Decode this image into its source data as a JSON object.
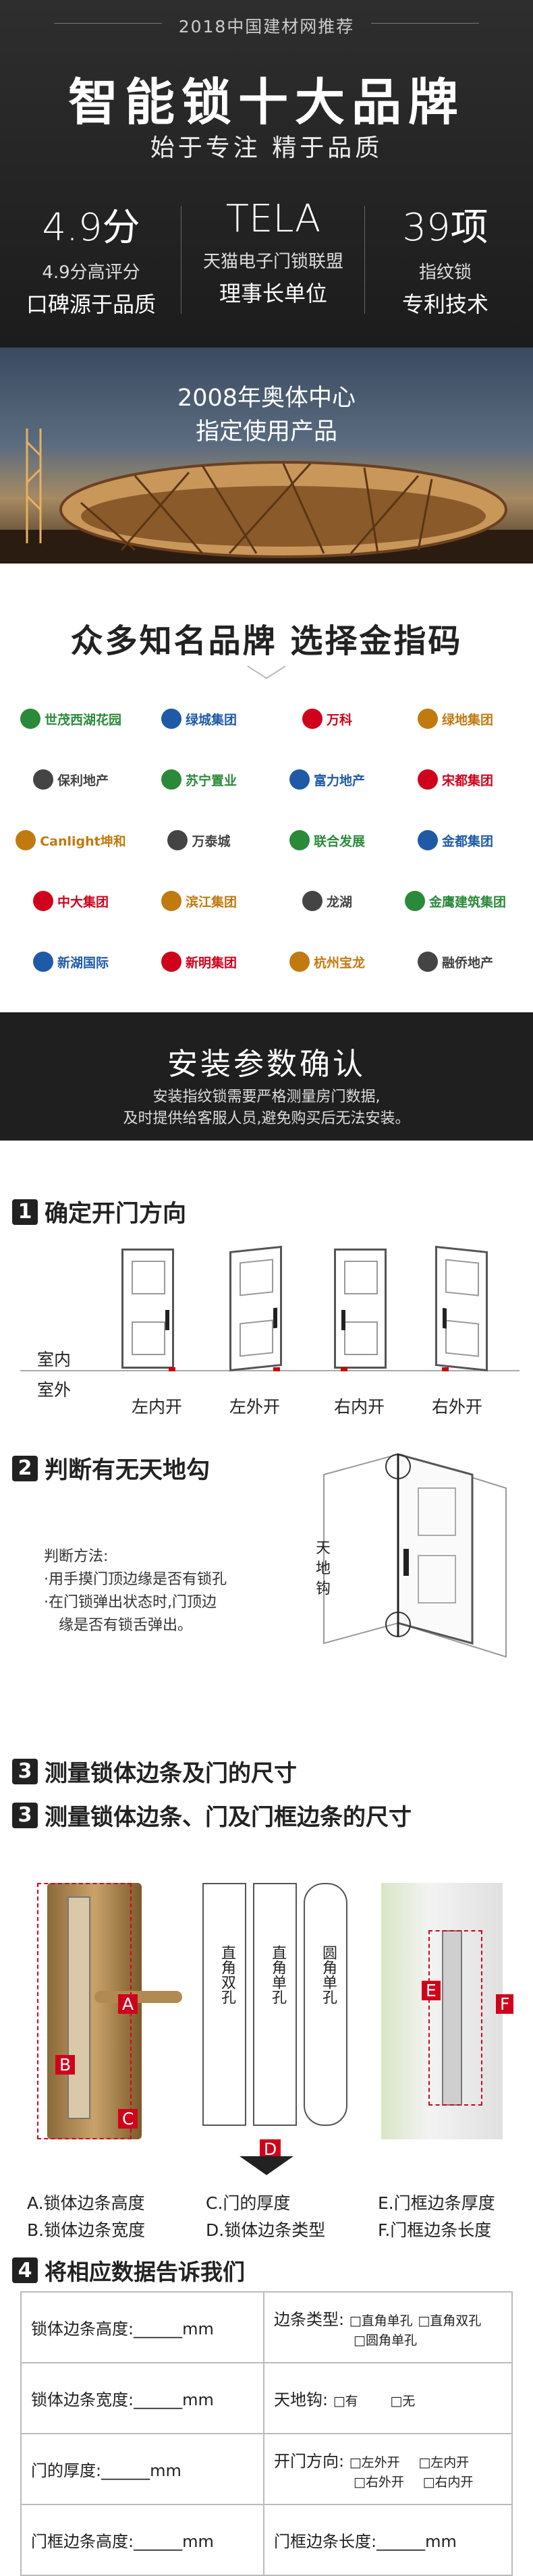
{
  "hero": {
    "kicker": "2018中国建材网推荐",
    "title": "智能锁十大品牌",
    "subtitle": "始于专注 精于品质",
    "stats": [
      {
        "big": "4.9分",
        "s1": "4.9分高评分",
        "s2": "口碑源于品质"
      },
      {
        "big": "TELA",
        "s1": "天猫电子门锁联盟",
        "s2": "理事长单位"
      },
      {
        "big": "39项",
        "s1": "指纹锁",
        "s2": "专利技术"
      }
    ]
  },
  "stadium": {
    "line1": "2008年奥体中心",
    "line2": "指定使用产品"
  },
  "brands": {
    "heading": "众多知名品牌 选择金指码",
    "logos": [
      "世茂西湖花园",
      "绿城集团",
      "万科",
      "绿地集团",
      "保利地产",
      "苏宁置业",
      "富力地产",
      "宋都集团",
      "Canlight坤和",
      "万泰城",
      "联合发展",
      "金都集团",
      "中大集团",
      "滨江集团",
      "龙湖",
      "金鹰建筑集团",
      "新湖国际",
      "新明集团",
      "杭州宝龙",
      "融侨地产"
    ]
  },
  "install": {
    "heading": "安装参数确认",
    "p1": "安装指纹锁需要严格测量房门数据,",
    "p2": "及时提供给客服人员,避免购买后无法安装。"
  },
  "step1": {
    "num": "1",
    "title": "确定开门方向",
    "inside": "室内",
    "outside": "室外",
    "doors": [
      "左内开",
      "左外开",
      "右内开",
      "右外开"
    ]
  },
  "step2": {
    "num": "2",
    "title": "判断有无天地勾",
    "method": "判断方法:",
    "l1": "·用手摸门顶边缘是否有锁孔",
    "l2": "·在门锁弹出状态时,门顶边",
    "l3": "缘是否有锁舌弹出。",
    "tag": [
      "天",
      "地",
      "钩"
    ]
  },
  "step3a": {
    "num": "3",
    "title": "测量锁体边条及门的尺寸"
  },
  "step3b": {
    "num": "3",
    "title": "测量锁体边条、门及门框边条的尺寸",
    "plates": [
      "直角双孔",
      "直角单孔",
      "圆角单孔"
    ],
    "letters": [
      "A",
      "B",
      "C",
      "D",
      "E",
      "F"
    ],
    "legend": [
      "A.锁体边条高度",
      "B.锁体边条宽度",
      "C.门的厚度",
      "D.锁体边条类型",
      "E.门框边条厚度",
      "F.门框边条长度"
    ]
  },
  "step4": {
    "num": "4",
    "title": "将相应数据告诉我们",
    "rows": [
      {
        "a": "锁体边条高度:______mm",
        "b": "边条类型:",
        "opts": [
          "□直角单孔",
          "□直角双孔",
          "□圆角单孔"
        ]
      },
      {
        "a": "锁体边条宽度:______mm",
        "b": "天地钩:",
        "opts": [
          "□有",
          "□无"
        ]
      },
      {
        "a": "门的厚度:______mm",
        "b": "开门方向:",
        "opts": [
          "□左外开",
          "□左内开",
          "□右外开",
          "□右内开"
        ]
      },
      {
        "a": "门框边条高度:______mm",
        "b": "门框边条长度:______mm",
        "opts": []
      }
    ]
  },
  "colors": {
    "dark": "#1f1f1f",
    "red": "#d0021b",
    "green": "#2a8a3a",
    "blue": "#1f5aa6"
  }
}
